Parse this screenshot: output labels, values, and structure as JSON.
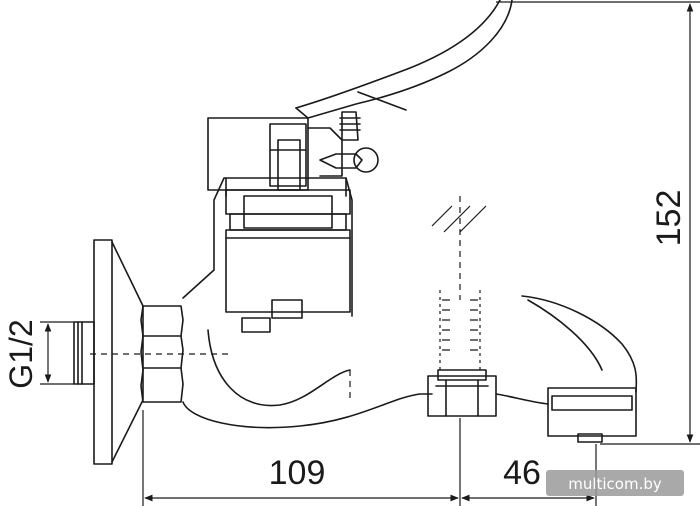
{
  "dimensions": {
    "thread_label": "G1/2",
    "width_left": "109",
    "width_right": "46",
    "height": "152"
  },
  "watermark": "multicom.by",
  "colors": {
    "line": "#1a1a1a",
    "background": "#ffffff",
    "watermark_bg": "#9a9a9a"
  }
}
